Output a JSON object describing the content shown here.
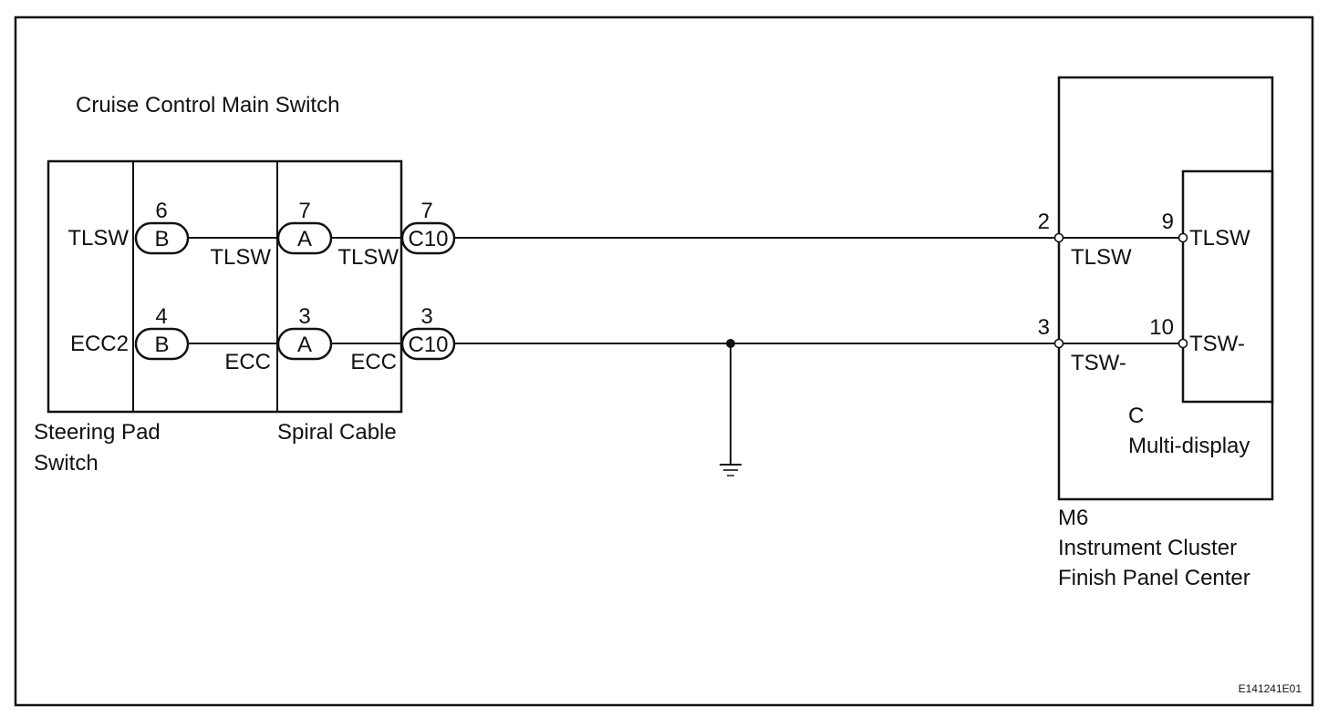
{
  "diagram": {
    "title": "Cruise Control Main Switch",
    "components": {
      "steering_pad_switch": {
        "label_line1": "Steering Pad",
        "label_line2": "Switch"
      },
      "spiral_cable": {
        "label": "Spiral Cable"
      },
      "combination_meter": {
        "code": "M6",
        "label_line1": "Instrument Cluster",
        "label_line2": "Finish Panel Center"
      },
      "multi_display": {
        "code": "C",
        "label": "Multi-display"
      }
    },
    "connectors": {
      "steer_top": {
        "letter": "B",
        "pin": "6"
      },
      "steer_bot": {
        "letter": "B",
        "pin": "4"
      },
      "spiral_top": {
        "letter": "A",
        "pin": "7"
      },
      "spiral_bot": {
        "letter": "A",
        "pin": "3"
      },
      "c10_top": {
        "letter": "C10",
        "pin": "7"
      },
      "c10_bot": {
        "letter": "C10",
        "pin": "3"
      }
    },
    "terminals": {
      "steer_top": "TLSW",
      "steer_bot": "ECC2",
      "wire_a_top": "TLSW",
      "wire_a_bot": "ECC",
      "wire_b_top": "TLSW",
      "wire_b_bot": "ECC",
      "m6_top": "TLSW",
      "m6_bot": "TSW-",
      "md_top": "TLSW",
      "md_bot": "TSW-"
    },
    "pins": {
      "m6_top": "2",
      "m6_bot": "3",
      "md_top": "9",
      "md_bot": "10"
    },
    "figure_code": "E141241E01"
  }
}
